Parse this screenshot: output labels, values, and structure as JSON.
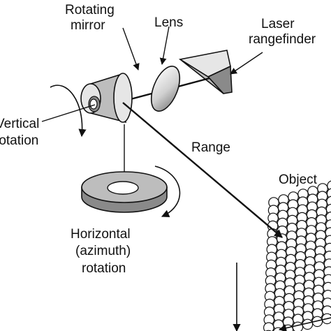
{
  "labels": {
    "rotating_mirror_line1": "Rotating",
    "rotating_mirror_line2": "mirror",
    "lens": "Lens",
    "laser_line1": "Laser",
    "laser_line2": "rangefinder",
    "vertical_line1": "Vertical",
    "vertical_line2": "rotation",
    "range": "Range",
    "object": "Object",
    "horizontal_line1": "Horizontal",
    "horizontal_line2": "(azimuth)",
    "horizontal_line3": "rotation"
  },
  "colors": {
    "stroke": "#111111",
    "light_fill": "#e6e6e6",
    "mid_fill": "#bdbdbd",
    "dark_fill": "#8a8a8a",
    "background": "#ffffff"
  }
}
